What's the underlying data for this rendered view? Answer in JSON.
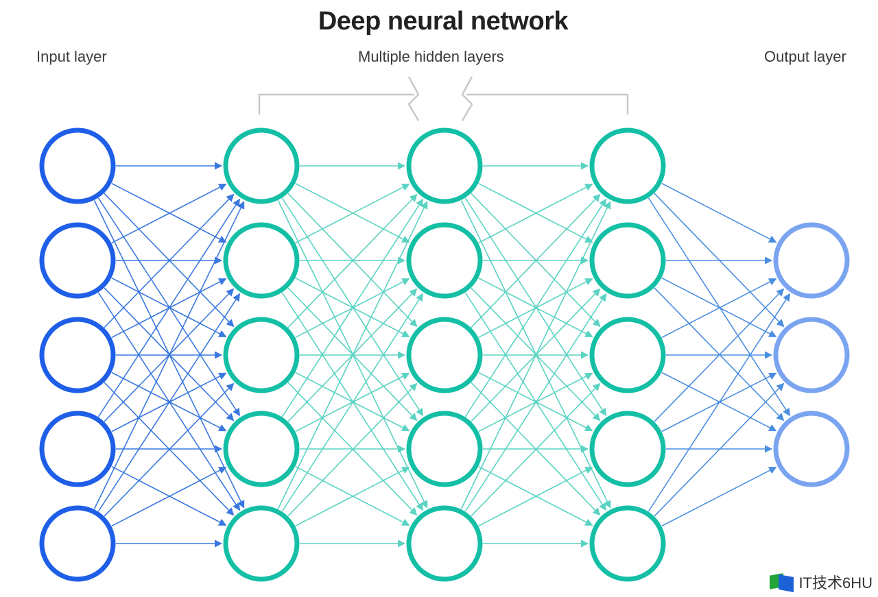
{
  "title": "Deep neural network",
  "labels": {
    "input": "Input layer",
    "hidden": "Multiple hidden layers",
    "output": "Output layer"
  },
  "layers": [
    {
      "id": "input",
      "nodes": 5,
      "color": "#1f5fe8"
    },
    {
      "id": "hidden-1",
      "nodes": 5,
      "color": "#14bfa6"
    },
    {
      "id": "hidden-2",
      "nodes": 5,
      "color": "#14bfa6"
    },
    {
      "id": "hidden-3",
      "nodes": 5,
      "color": "#14bfa6"
    },
    {
      "id": "output",
      "nodes": 3,
      "color": "#7aa4f0"
    }
  ],
  "connection_colors": {
    "input_to_hidden": "#3a78e0",
    "hidden_to_hidden": "#5ad3c2",
    "hidden_to_output": "#4a8ee0"
  },
  "bracket_color": "#c8c8c8",
  "connectivity": "fully-connected",
  "watermark": {
    "text": "IT技术6HU",
    "logo_colors": [
      "#21a438",
      "#1c62d6"
    ]
  }
}
